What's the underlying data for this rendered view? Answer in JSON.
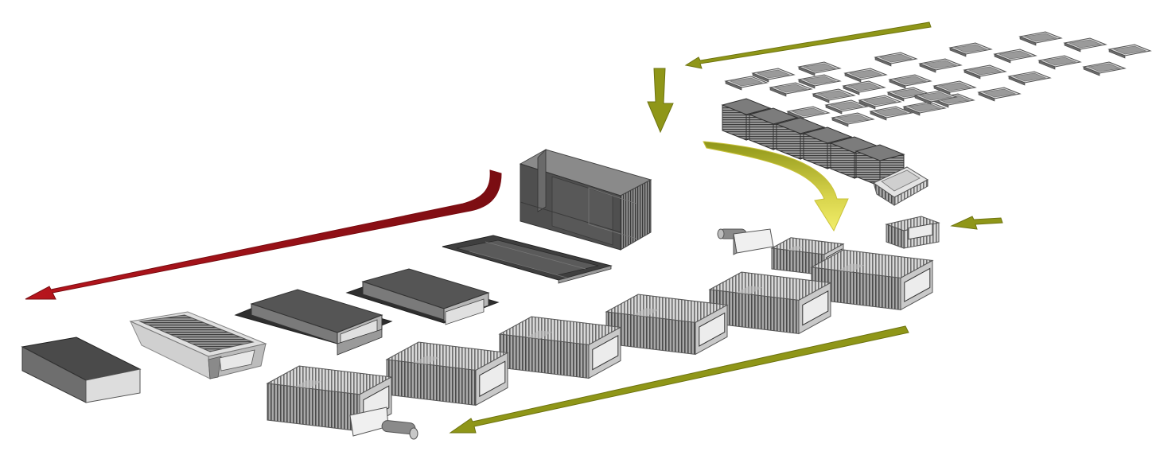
{
  "diagram": {
    "kind": "exploded assembly process flow",
    "labels": [],
    "colors": {
      "flow_arrow": "#8f9618",
      "flow_arrow_edge": "#6e7410",
      "highlight_arrow": "#f2ee6a",
      "highlight_arrow_edge": "#c9c23a",
      "return_arrow": "#a5141c",
      "return_arrow_edge": "#7a0d12",
      "part_dark": "#4f4f4f",
      "part_mid": "#8c8c8c",
      "part_light": "#d9d9d9",
      "face_light": "#ececec"
    },
    "arrows": [
      {
        "name": "arrow-input-top",
        "color": "olive"
      },
      {
        "name": "arrow-down-left",
        "color": "olive"
      },
      {
        "name": "arrow-curve-highlight",
        "color": "yellow"
      },
      {
        "name": "arrow-input-right",
        "color": "olive"
      },
      {
        "name": "arrow-bottom-output",
        "color": "olive"
      },
      {
        "name": "arrow-return",
        "color": "red"
      }
    ],
    "parts": [
      "tray-plates",
      "plate-stacks",
      "finned-core-rotated",
      "finned-core-small",
      "pin-plate-top",
      "finned-core-a",
      "finned-core-b",
      "finned-core-c",
      "finned-core-d",
      "finned-core-e",
      "finned-core-f",
      "finned-core-g",
      "pin-plate-bottom",
      "housing-block",
      "flat-sheet",
      "channel-housing-1",
      "channel-housing-2",
      "open-housing",
      "closed-box"
    ]
  }
}
